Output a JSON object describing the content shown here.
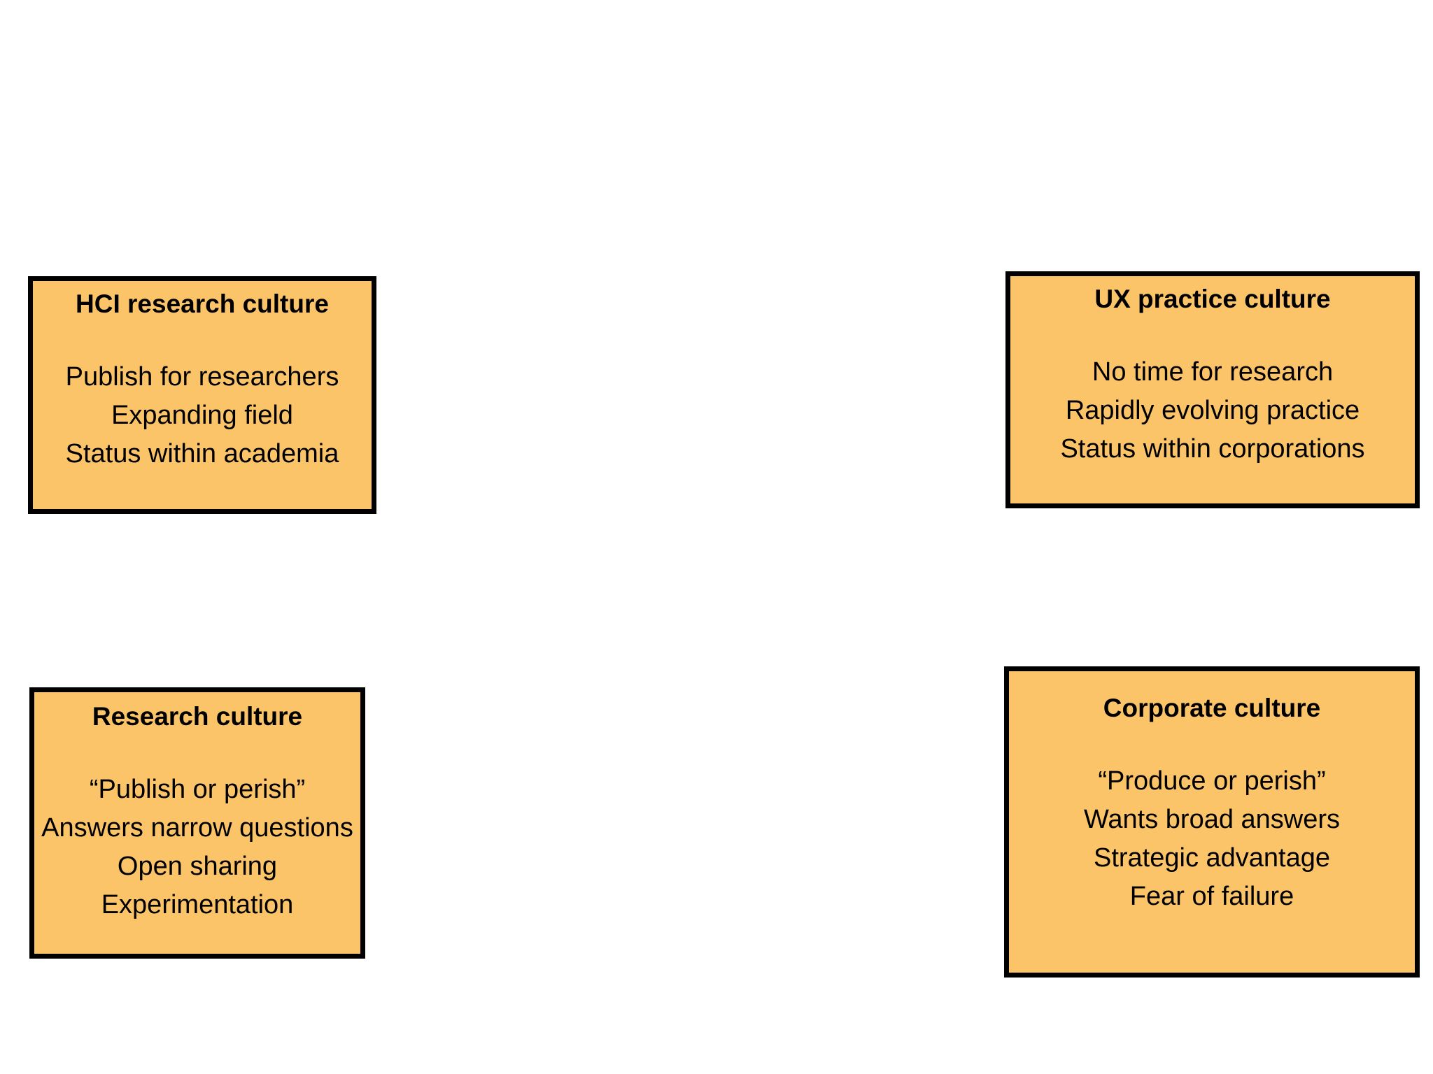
{
  "colors": {
    "background": "#ffffff",
    "box_fill": "#FBC468",
    "box_border": "#000000",
    "text": "#000000"
  },
  "boxes": [
    {
      "id": "hci-research-culture",
      "title": "HCI research culture",
      "lines": [
        "Publish for researchers",
        "Expanding field",
        "Status within academia"
      ]
    },
    {
      "id": "ux-practice-culture",
      "title": "UX practice culture",
      "lines": [
        "No time for research",
        "Rapidly evolving practice",
        "Status within corporations"
      ]
    },
    {
      "id": "research-culture",
      "title": "Research culture",
      "lines": [
        "“Publish or perish”",
        "Answers narrow questions",
        "Open sharing",
        "Experimentation"
      ]
    },
    {
      "id": "corporate-culture",
      "title": "Corporate culture",
      "lines": [
        "“Produce or perish”",
        "Wants broad answers",
        "Strategic advantage",
        "Fear of failure"
      ]
    }
  ]
}
